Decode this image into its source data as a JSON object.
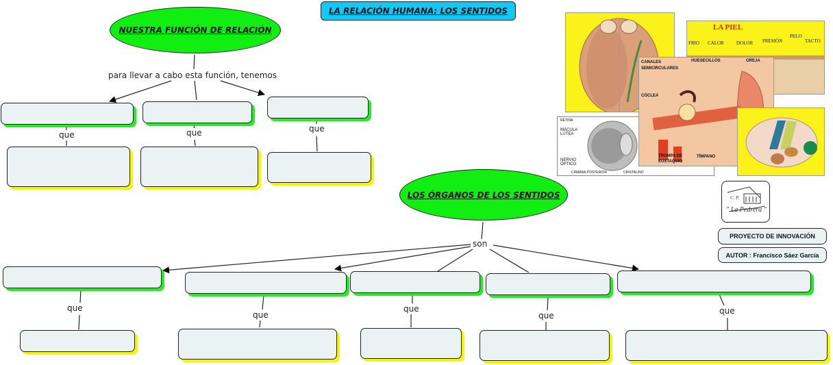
{
  "title": "LA RELACIÓN HUMANA: LOS SENTIDOS",
  "top_concept": {
    "label": "NUESTRA FUNCIÓN DE RELACIÓN",
    "link_phrase": "para llevar a cabo esta función, tenemos",
    "branches": [
      {
        "text": "",
        "link": "que",
        "child_text": ""
      },
      {
        "text": "",
        "link": "que",
        "child_text": ""
      },
      {
        "text": "",
        "link": "que",
        "child_text": ""
      }
    ]
  },
  "organs_concept": {
    "label": "LOS ÓRGANOS DE LOS SENTIDOS",
    "link_phrase": "son",
    "branches": [
      {
        "text": "",
        "link": "que",
        "child_text": ""
      },
      {
        "text": "",
        "link": "que",
        "child_text": ""
      },
      {
        "text": "",
        "link": "que",
        "child_text": ""
      },
      {
        "text": "",
        "link": "que",
        "child_text": ""
      },
      {
        "text": "",
        "link": "que",
        "child_text": ""
      }
    ]
  },
  "images": {
    "tongue": {
      "name": "tongue-diagram"
    },
    "skin": {
      "title": "LA PIEL",
      "labels": [
        "FRIO",
        "CALOR",
        "DOLOR",
        "PRESIÓN",
        "PELO",
        "TACTO"
      ]
    },
    "ear": {
      "labels": [
        "CANALES SEMICIRCULARES",
        "HUESECILLOS",
        "OREJA",
        "CÓCLEA",
        "TROMPA DE EUSTAQUIO",
        "TÍMPANO"
      ]
    },
    "eye": {
      "labels": [
        "RETINA",
        "MÁCULA LÚTEA",
        "NERVIO ÓPTICO",
        "CÁMARA POSTERIOR",
        "CRISTALINO"
      ]
    },
    "brain": {
      "name": "brain-diagram"
    }
  },
  "logo": {
    "line1": "C. P.",
    "line2": "\" La Pedrera \""
  },
  "credits": {
    "project": "PROYECTO DE INNOVACIÓN",
    "author": "AUTOR : Francisco Sáez García"
  },
  "colors": {
    "title_bg": "#11c8f6",
    "ellipse_bg": "#11ee11",
    "node_bg": "#eaf2f4",
    "shadow_green": "#22ee22",
    "shadow_yellow": "#f6f600"
  }
}
